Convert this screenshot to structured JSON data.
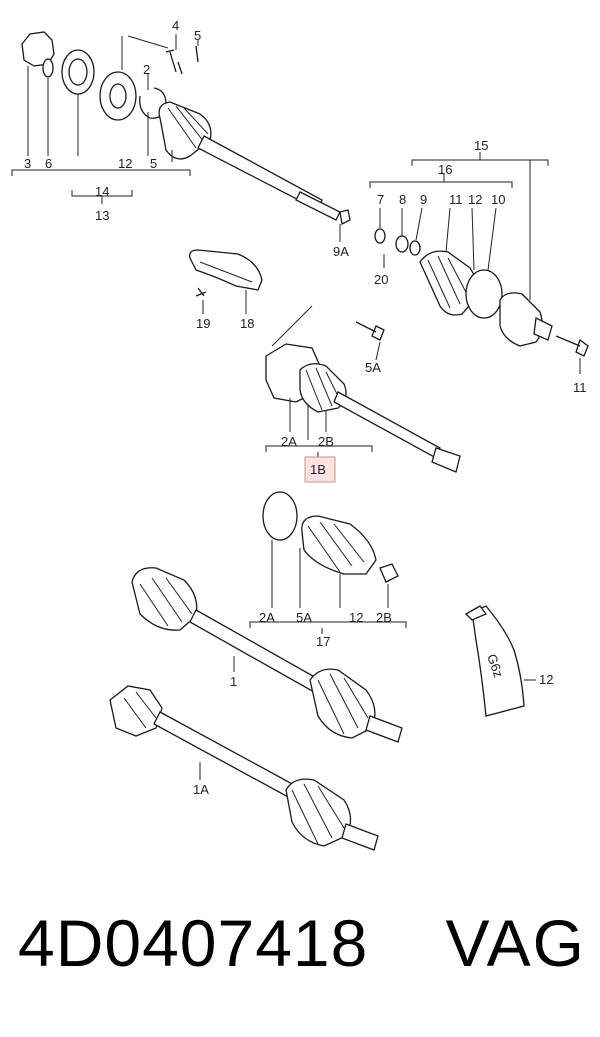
{
  "callouts": {
    "c4": "4",
    "c5top": "5",
    "c2": "2",
    "c3": "3",
    "c6": "6",
    "c12a": "12",
    "c5": "5",
    "c14": "14",
    "c13": "13",
    "c9a": "9A",
    "c15": "15",
    "c16": "16",
    "c7": "7",
    "c8": "8",
    "c9": "9",
    "c11a": "11",
    "c12b": "12",
    "c10": "10",
    "c20": "20",
    "c11b": "11",
    "c19": "19",
    "c18": "18",
    "c5a": "5A",
    "c2a": "2A",
    "c2b": "2B",
    "c1b": "1B",
    "c2a2": "2A",
    "c5a2": "5A",
    "c12c": "12",
    "c2b2": "2B",
    "c17": "17",
    "c1": "1",
    "c12d": "12",
    "c1a": "1A",
    "tube_text": "G6z"
  },
  "highlight_color": "#d98b8b",
  "footer": {
    "part_number": "4D0407418",
    "brand": "VAG"
  }
}
